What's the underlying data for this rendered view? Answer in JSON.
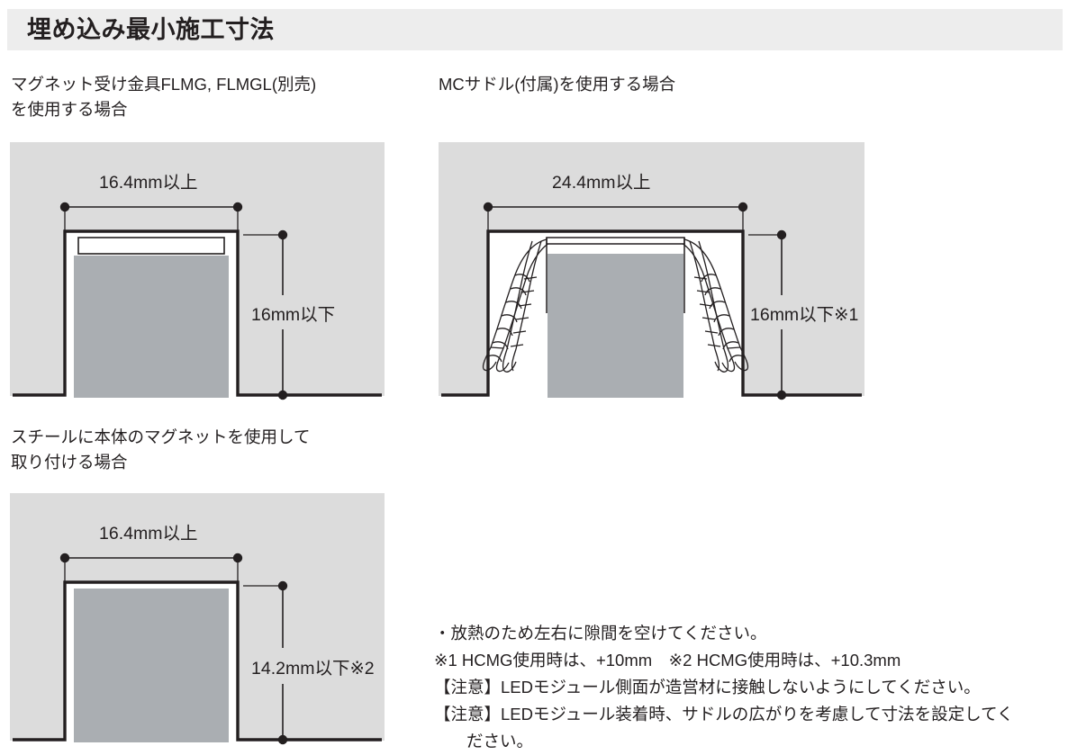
{
  "header": {
    "title": "埋め込み最小施工寸法",
    "bar_color": "#ededed"
  },
  "captions": {
    "figure1": "マグネット受け金具FLMG, FLMGL(別売)\nを使用する場合",
    "figure2": "MCサドル(付属)を使用する場合",
    "figure3": "スチールに本体のマグネットを使用して\n取り付ける場合"
  },
  "figures": [
    {
      "id": "figure-1",
      "name": "flmg-bracket-diagram",
      "width_dimension": "16.4mm以上",
      "height_dimension": "16mm以下",
      "has_bracket_strip": true,
      "has_saddle_clips": false,
      "panel_color": "#dcdcdc",
      "body_color": "#aaaeb2",
      "outline_color": "#231f20"
    },
    {
      "id": "figure-2",
      "name": "mc-saddle-diagram",
      "width_dimension": "24.4mm以上",
      "height_dimension": "16mm以下※1",
      "has_bracket_strip": false,
      "has_saddle_clips": true,
      "panel_color": "#dcdcdc",
      "body_color": "#aaaeb2",
      "outline_color": "#231f20"
    },
    {
      "id": "figure-3",
      "name": "steel-magnet-diagram",
      "width_dimension": "16.4mm以上",
      "height_dimension": "14.2mm以下※2",
      "has_bracket_strip": false,
      "has_saddle_clips": false,
      "panel_color": "#dcdcdc",
      "body_color": "#aaaeb2",
      "outline_color": "#231f20"
    }
  ],
  "notes": {
    "line1": "・放熱のため左右に隙間を空けてください。",
    "line2": "※1 HCMG使用時は、+10mm　※2 HCMG使用時は、+10.3mm",
    "line3": "【注意】LEDモジュール側面が造営材に接触しないようにしてください。",
    "line4": "【注意】LEDモジュール装着時、サドルの広がりを考慮して寸法を設定してく",
    "line5": "ださい。"
  }
}
